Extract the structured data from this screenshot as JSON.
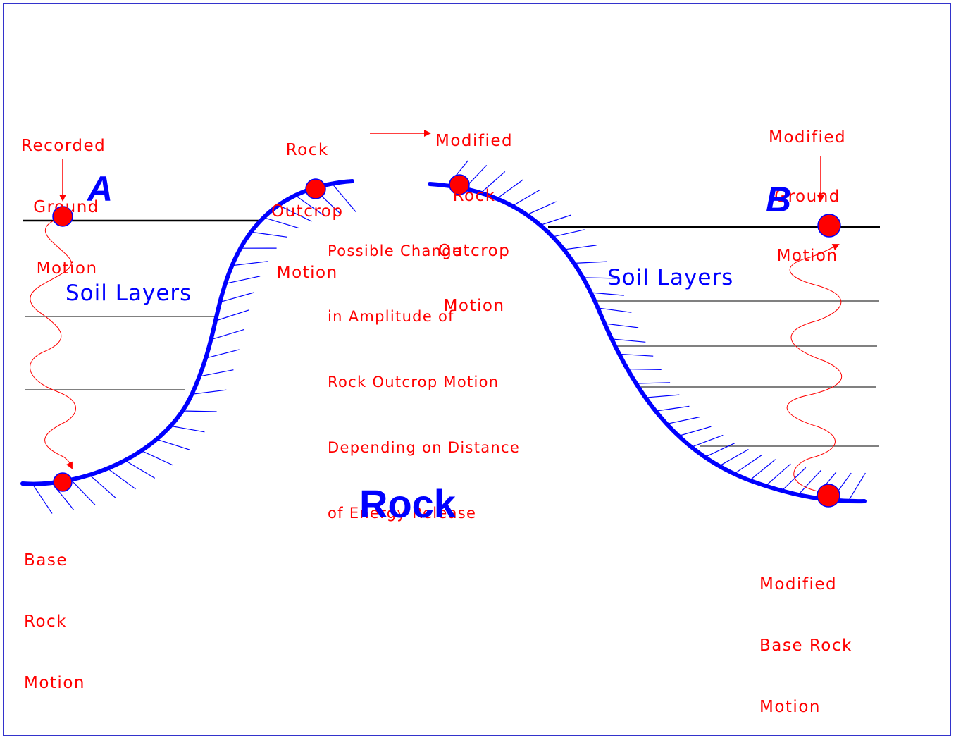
{
  "labels": {
    "recorded_ground_motion": [
      "Recorded",
      "Ground",
      "Motion"
    ],
    "rock_outcrop_motion": [
      "Rock",
      "Outcrop",
      "Motion"
    ],
    "modified_rock_outcrop_motion": [
      "Modified",
      "Rock",
      "Outcrop",
      "Motion"
    ],
    "modified_ground_motion": [
      "Modified",
      "Ground",
      "Motion"
    ],
    "possible_change": [
      "Possible Change",
      "in Amplitude of",
      "Rock Outcrop Motion",
      "Depending on Distance",
      "of Energy Release"
    ],
    "base_rock_motion": [
      "Base",
      "Rock",
      "Motion"
    ],
    "modified_base_rock_motion": [
      "Modified",
      "Base Rock",
      "Motion"
    ],
    "soil_layers_left": "Soil Layers",
    "soil_layers_right": "Soil Layers",
    "rock": "Rock",
    "site_a": "A",
    "site_b": "B"
  },
  "colors": {
    "rock_surface": "#0000ff",
    "annotation": "#ff0000",
    "soil_line": "#000000",
    "marker_fill": "#ff0000",
    "marker_stroke": "#0000ff"
  }
}
